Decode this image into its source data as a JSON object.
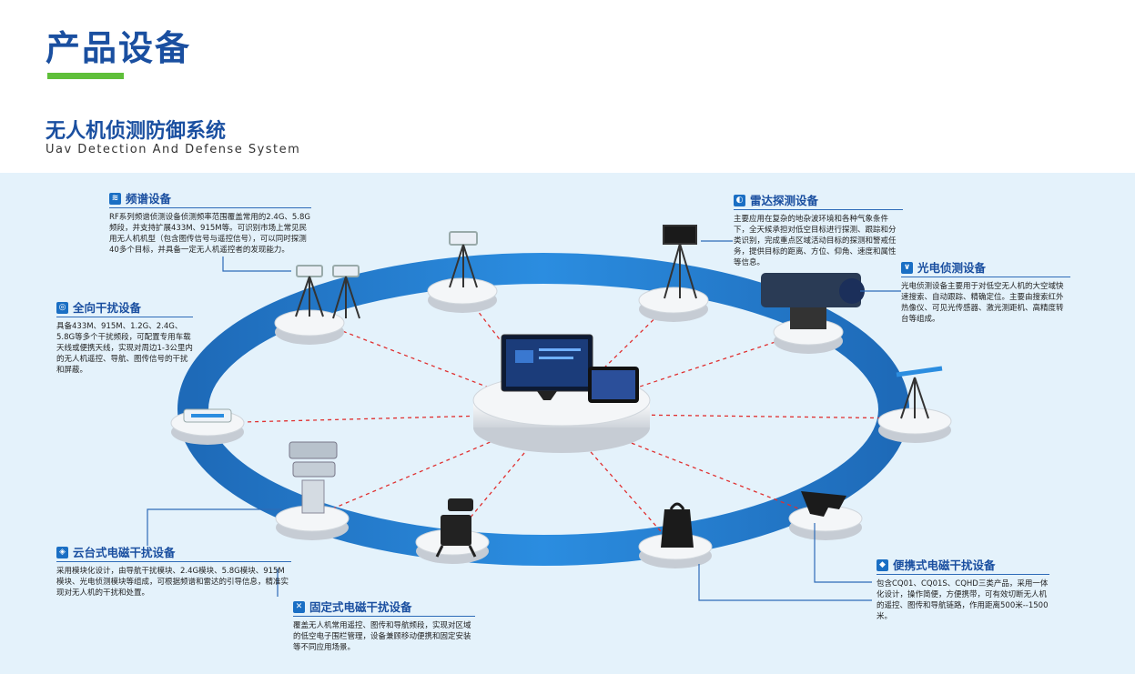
{
  "page": {
    "title": "产品设备",
    "subtitle": "无人机侦测防御系统",
    "subtitle_en": "Uav Detection And Defense System"
  },
  "colors": {
    "accent": "#1a4fa0",
    "bar": "#5fbf3a",
    "ring": "#1f6fc0",
    "panel": "#e4f2fb",
    "dash": "#e03030"
  },
  "cards": {
    "spectrum": {
      "icon": "wifi-icon",
      "title": "频谱设备",
      "desc": "RF系列频谱侦测设备侦测频率范围覆盖常用的2.4G、5.8G频段，并支持扩展433M、915M等。可识别市场上常见民用无人机机型（包含图传信号与遥控信号），可以同时探测40多个目标，并具备一定无人机遥控者的发现能力。"
    },
    "omni": {
      "icon": "signal-icon",
      "title": "全向干扰设备",
      "desc": "具备433M、915M、1.2G、2.4G、5.8G等多个干扰频段，可配置专用车载天线或便携天线，实现对周边1-3公里内的无人机遥控、导航、图传信号的干扰和屏蔽。"
    },
    "gimbal": {
      "icon": "shield-icon",
      "title": "云台式电磁干扰设备",
      "desc": "采用模块化设计，由导航干扰模块、2.4G模块、5.8G模块、915M模块、光电侦测模块等组成，可根据频谱和雷达的引导信息，精准实现对无人机的干扰和处置。"
    },
    "fixed": {
      "icon": "cross-icon",
      "title": "固定式电磁干扰设备",
      "desc": "覆盖无人机常用遥控、图传和导航频段，实现对区域的低空电子围栏管理，设备兼顾移动便携和固定安装等不同应用场景。"
    },
    "radar": {
      "icon": "radar-icon",
      "title": "雷达探测设备",
      "desc": "主要应用在复杂的地杂波环境和各种气象条件下，全天候承担对低空目标进行探测、跟踪和分类识别，完成重点区域活动目标的探测和警戒任务，提供目标的距离、方位、仰角、速度和属性等信息。"
    },
    "optic": {
      "icon": "wave-icon",
      "title": "光电侦测设备",
      "desc": "光电侦测设备主要用于对低空无人机的大空域快速搜索、自动跟踪、精确定位。主要由搜索红外热像仪、可见光传感器、激光测距机、高精度转台等组成。"
    },
    "portable": {
      "icon": "badge-icon",
      "title": "便携式电磁干扰设备",
      "desc": "包含CQ01、CQ01S、CQHD三类产品，采用一体化设计，操作简便，方便携带，可有效切断无人机的遥控、图传和导航链路，作用距离500米--1500米。"
    }
  }
}
